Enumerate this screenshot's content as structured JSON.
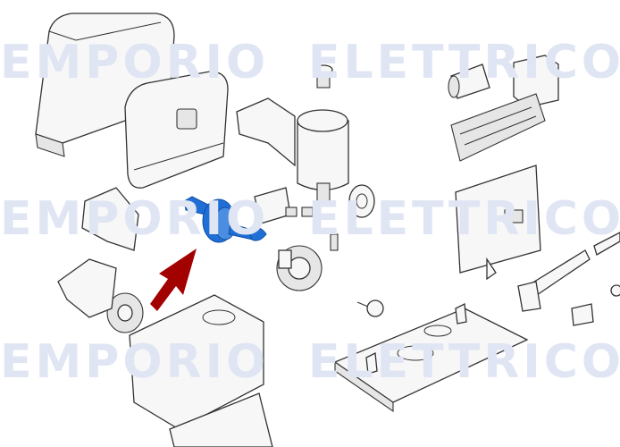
{
  "watermark": {
    "brand_left": "EMPORIO",
    "brand_right": "ELETTRICO"
  },
  "colors": {
    "highlighted_part": "#1f6fd6",
    "highlighted_part_dark": "#0f4fa8",
    "pointer_arrow": "#a30000",
    "outline": "#333333"
  },
  "highlighted_part": {
    "icon": "blue-gear-shaft-assembly"
  }
}
